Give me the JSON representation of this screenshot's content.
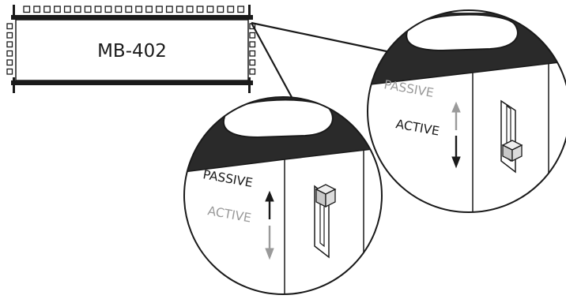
{
  "device": {
    "model_label": "MB-402"
  },
  "detail_right": {
    "upper_label": "PASSIVE",
    "lower_label": "ACTIVE",
    "selected": "ACTIVE"
  },
  "detail_bottom": {
    "upper_label": "PASSIVE",
    "lower_label": "ACTIVE",
    "selected": "PASSIVE"
  },
  "colors": {
    "line": "#1a1a1a",
    "band": "#2a2a2a",
    "active_text": "#1a1a1a",
    "inactive_text": "#9a9a9a",
    "knob": "#d2d2d2",
    "background": "#ffffff"
  }
}
